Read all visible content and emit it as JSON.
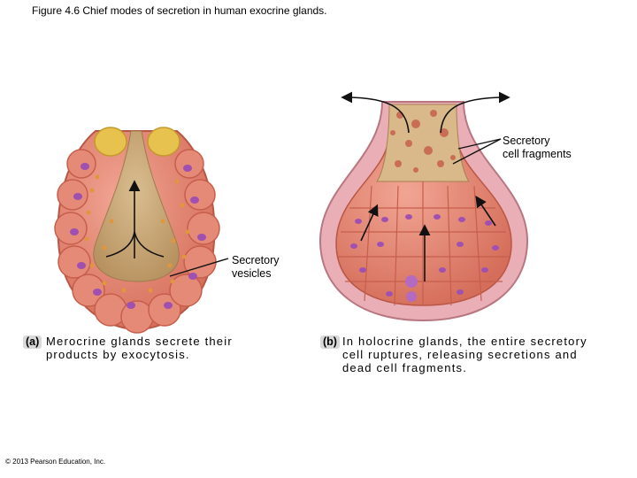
{
  "title": "Figure 4.6  Chief modes of secretion in human exocrine glands.",
  "panel_a": {
    "letter": "(a)",
    "caption_lines": [
      "Merocrine glands secrete their",
      "products by exocytosis."
    ],
    "label_lines": [
      "Secretory",
      "vesicles"
    ]
  },
  "panel_b": {
    "letter": "(b)",
    "caption_lines": [
      "In holocrine glands, the entire secretory",
      "cell ruptures, releasing secretions and",
      "dead cell fragments."
    ],
    "label_lines": [
      "Secretory",
      "cell fragments"
    ]
  },
  "credit": "© 2013 Pearson Education, Inc.",
  "colors": {
    "cell_fill": "#e58a76",
    "cell_edge": "#c75e4c",
    "nucleus": "#a050b0",
    "lumen": "#c9a877",
    "vesicle": "#e0963e",
    "capsule": "#e9aeb6",
    "yellow_cell": "#e7c24f"
  }
}
